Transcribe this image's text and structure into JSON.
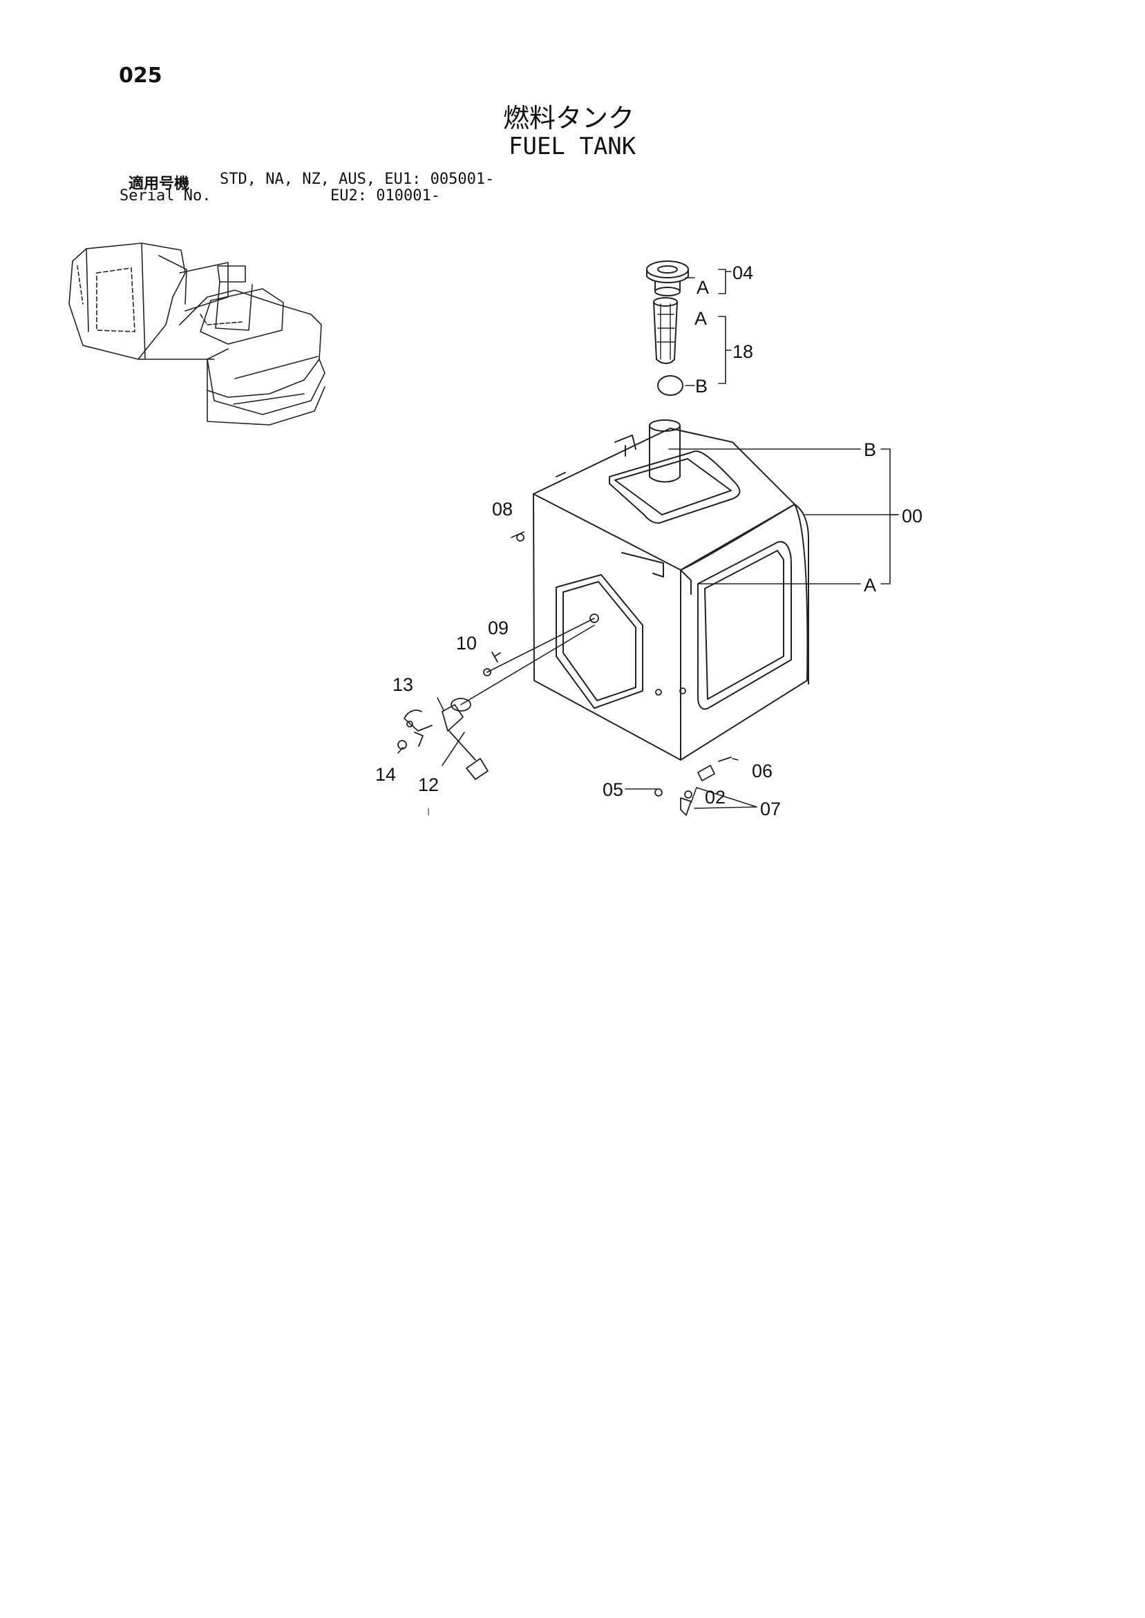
{
  "page": {
    "number": "025",
    "title_ja": "燃料タンク",
    "title_en": "FUEL TANK"
  },
  "serial": {
    "label_ja": "適用号機",
    "label_en": "Serial No.",
    "line1": "STD, NA, NZ, AUS, EU1: 005001-",
    "line2": "EU2: 010001-"
  },
  "callouts": {
    "c00": "00",
    "c02": "02",
    "c04": "04",
    "c05": "05",
    "c06": "06",
    "c07": "07",
    "c08": "08",
    "c09": "09",
    "c10": "10",
    "c12": "12",
    "c13": "13",
    "c14": "14",
    "c18": "18",
    "a1": "A",
    "a2": "A",
    "a3": "A",
    "b1": "B",
    "b2": "B"
  }
}
